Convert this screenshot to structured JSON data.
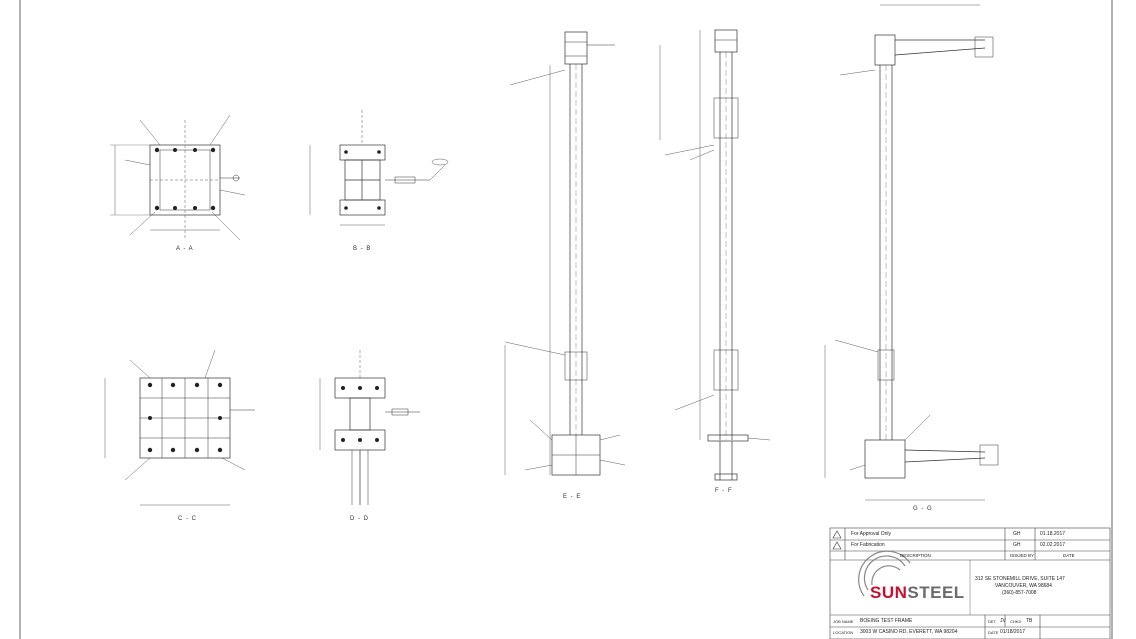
{
  "drawing": {
    "section_labels": [
      "A - A",
      "B - B",
      "C - C",
      "D - D",
      "E - E",
      "F - F",
      "G - G"
    ]
  },
  "revisions": [
    {
      "symbol": "1",
      "description": "For Approval Only",
      "by": "GH",
      "date": "01.18.2017"
    },
    {
      "symbol": "2",
      "description": "For Fabrication",
      "by": "GH",
      "date": "02.02.2017"
    }
  ],
  "revision_header": {
    "description": "DESCRIPTION",
    "by": "ISSUED BY",
    "date": "DATE"
  },
  "company": {
    "logo_sun": "SUN",
    "logo_steel": "STEEL",
    "address1": "312 SE STONEMILL DRIVE, SUITE 147",
    "address2": "VANCOUVER, WA 98684",
    "phone": "(360)-857-7008"
  },
  "job": {
    "job_name_label": "JOB NAME",
    "job_name": "BOEING TEST FRAME",
    "location_label": "LOCATION",
    "location": "3003 W CASINO RD, EVERETT, WA 98204",
    "det_label": "DET.",
    "det": "JV",
    "chkd_label": "CHKD",
    "chkd": "TB",
    "date_label": "DATE",
    "date": "01/18/2017"
  }
}
